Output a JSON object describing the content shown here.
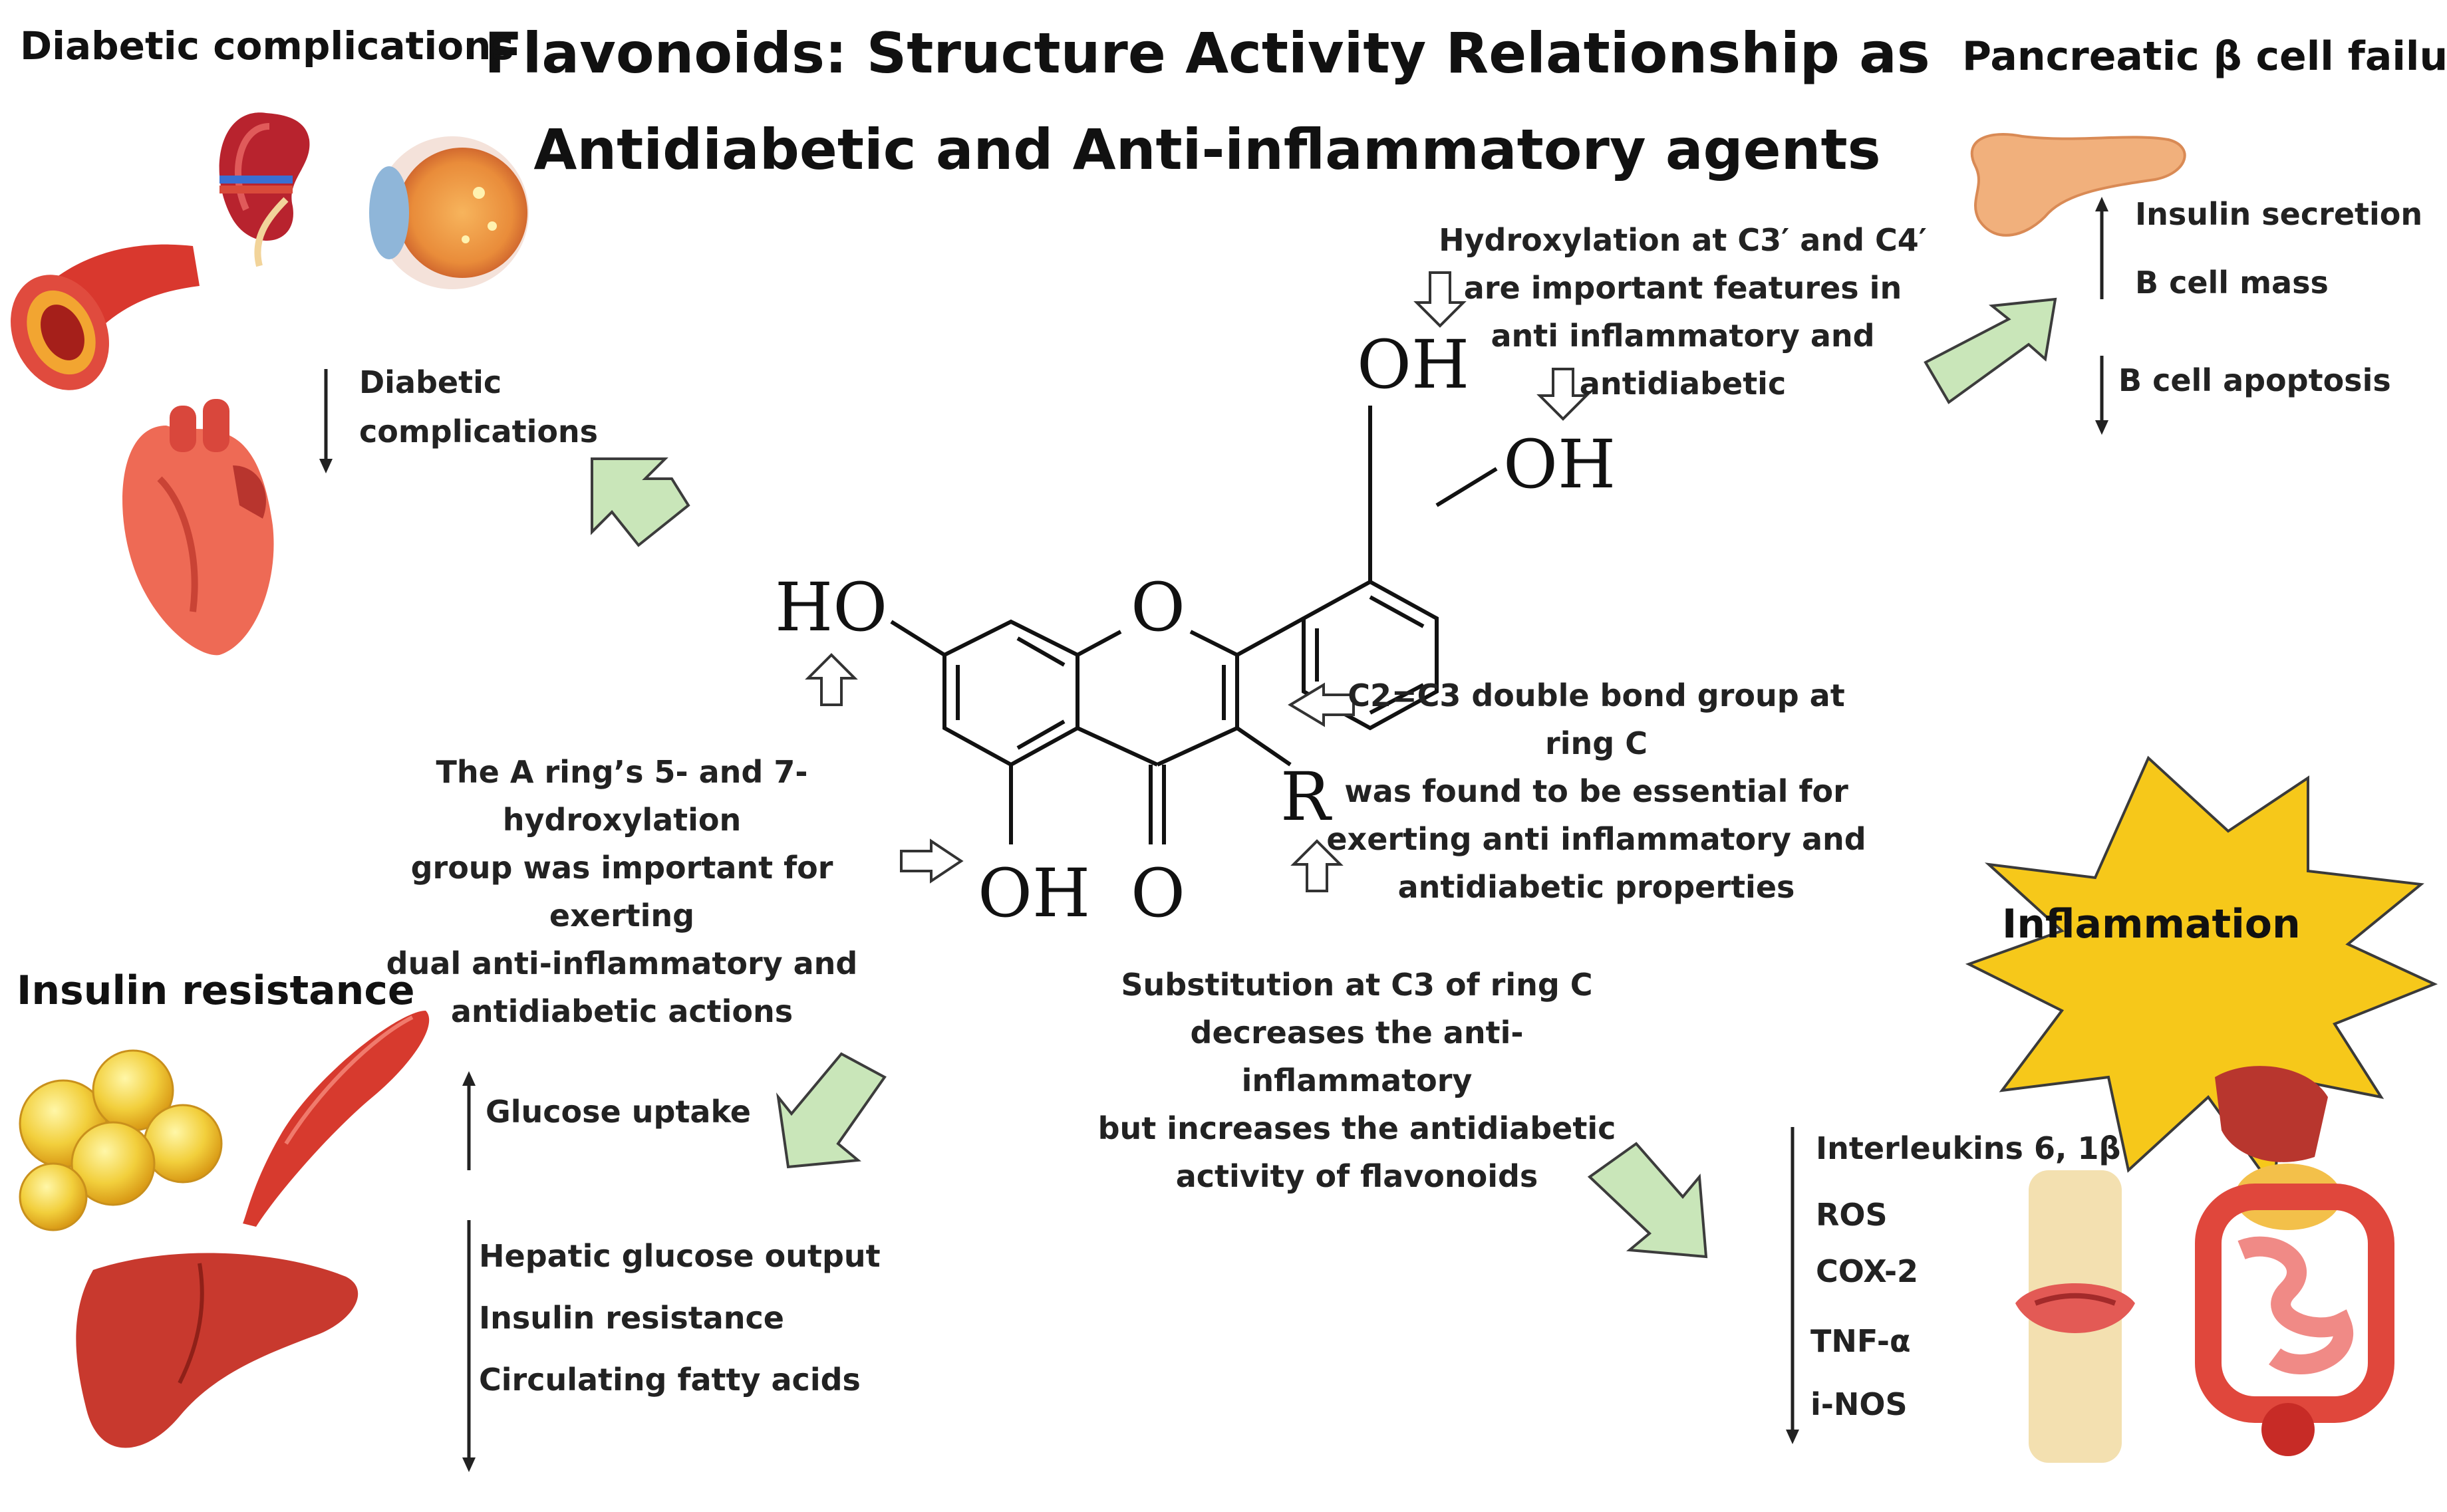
{
  "title": {
    "line1": "Flavonoids: Structure Activity Relationship as",
    "line2": "Antidiabetic and Anti-inflammatory agents"
  },
  "diabetic_complications": {
    "heading": "Diabetic complications",
    "text_line1": "Diabetic",
    "text_line2": "complications"
  },
  "pancreatic": {
    "heading": "Pancreatic β cell failure",
    "insulin_secretion": "Insulin secretion",
    "b_cell_mass": "B cell mass",
    "b_cell_apoptosis": "B cell apoptosis"
  },
  "notes": {
    "hydroxylation": [
      "Hydroxylation at C3′ and C4′",
      "are important features in",
      "anti inflammatory and",
      "antidiabetic"
    ],
    "c2c3": [
      "C2=C3 double bond group at ring C",
      "was found to be essential for",
      "exerting anti inflammatory and",
      "antidiabetic properties"
    ],
    "a_ring": [
      "The A ring’s 5- and 7-hydroxylation",
      "group was important for exerting",
      "dual anti-inflammatory and",
      "antidiabetic actions"
    ],
    "substitution": [
      "Substitution at C3 of ring C",
      "decreases the anti-inflammatory",
      "but increases the antidiabetic",
      "activity of flavonoids"
    ]
  },
  "structure_labels": {
    "oh_top": "OH",
    "oh_right": "OH",
    "ho_left": "HO",
    "ring_o": "O",
    "r_group": "R",
    "oh_bottom": "OH",
    "carbonyl_o": "O"
  },
  "inflammation": {
    "label": "Inflammation",
    "items": [
      "Interleukins 6, 1β",
      "ROS",
      "COX-2",
      "TNF-α",
      "i-NOS"
    ]
  },
  "insulin_resistance": {
    "heading": "Insulin resistance",
    "glucose_uptake": "Glucose uptake",
    "items": [
      "Hepatic glucose output",
      "Insulin resistance",
      "Circulating fatty acids"
    ]
  },
  "colors": {
    "green_arrow": "#c9e6b9",
    "green_arrow_stroke": "#3c3c3c",
    "star_fill": "#f6c81a",
    "organ_red": "#e0473c",
    "pancreas": "#f1b07c"
  }
}
